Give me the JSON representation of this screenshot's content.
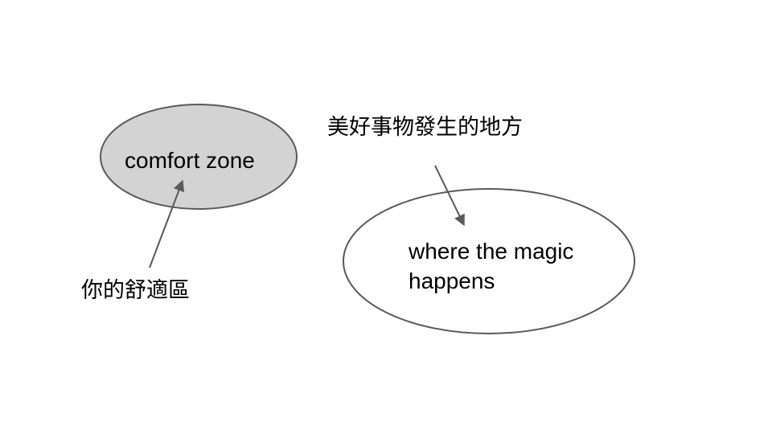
{
  "diagram": {
    "comfort_zone": {
      "label": "comfort zone",
      "fill_color": "#d3d3d3",
      "stroke_color": "#595959"
    },
    "magic_zone": {
      "label_line1": "where the magic",
      "label_line2": "happens",
      "fill_color": "#ffffff",
      "stroke_color": "#595959"
    },
    "notes": {
      "comfort_note": "你的舒適區",
      "magic_note": "美好事物發生的地方"
    },
    "arrow_color": "#595959"
  }
}
